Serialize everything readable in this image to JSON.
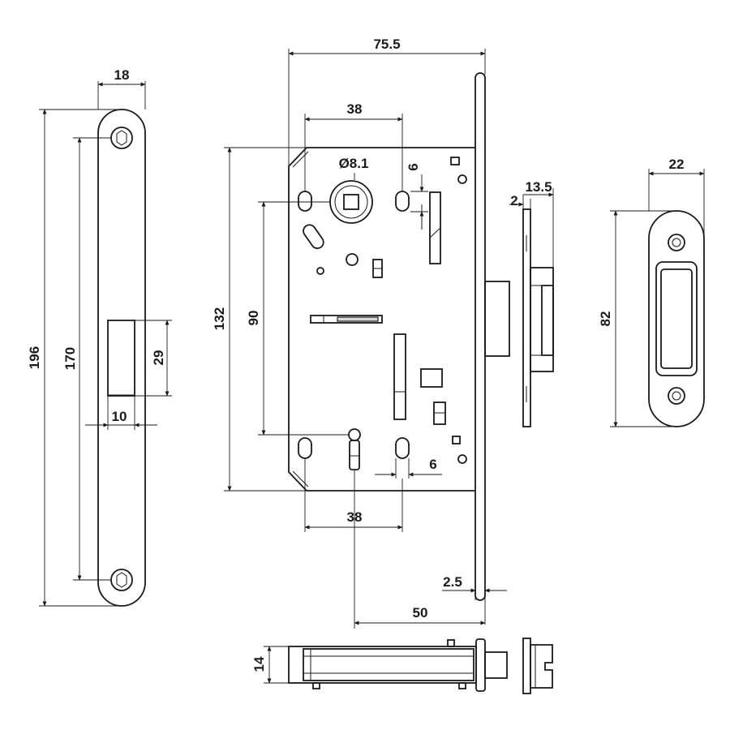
{
  "dimensions": {
    "faceplate_width": "18",
    "faceplate_length": "196",
    "faceplate_screw_spacing": "170",
    "faceplate_latch_width": "10",
    "faceplate_latch_height": "29",
    "lock_case_depth": "75.5",
    "lock_case_height": "132",
    "spindle_backset": "38",
    "spindle_diameter": "Ø8.1",
    "spindle_offset": "6",
    "center_distance": "90",
    "keyhole_backset": "38",
    "keyhole_offset": "6",
    "faceplate_thickness": "2.5",
    "backset": "50",
    "strike_thickness": "2",
    "strike_depth": "13.5",
    "strike_width": "22",
    "strike_height": "82",
    "case_thickness": "14"
  },
  "colors": {
    "line": "#1a1a1a",
    "fill": "#ffffff",
    "shade": "#d9d9d9"
  }
}
